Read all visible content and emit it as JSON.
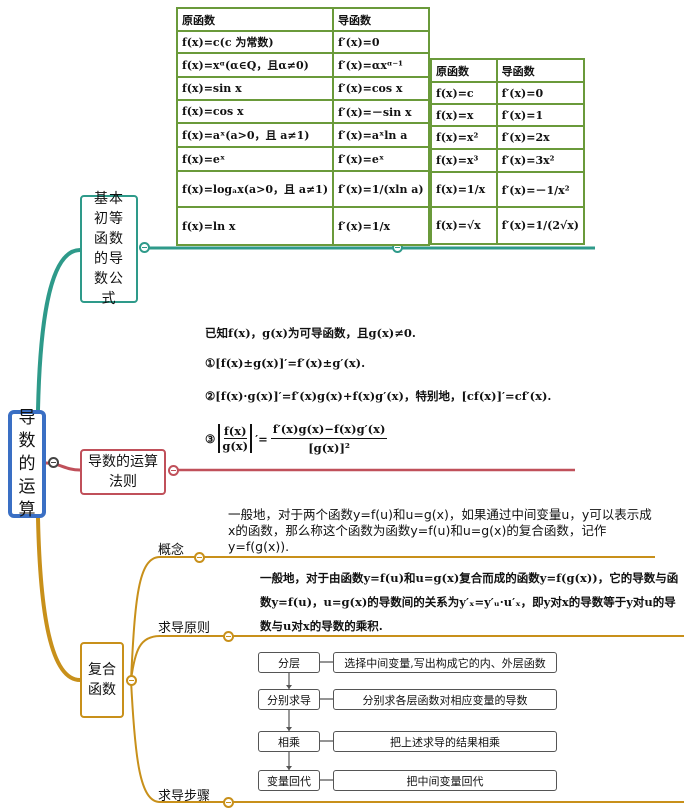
{
  "root": {
    "label": "导数的运算"
  },
  "colors": {
    "root": "#3a6fc4",
    "branch1": "#2e9a8a",
    "branch2": "#c0505a",
    "branch3": "#c8901a",
    "table_border": "#6a9a3a"
  },
  "basic_formulas": {
    "label": "基本初等函数的导数公式",
    "table1": {
      "headers": [
        "原函数",
        "导函数"
      ],
      "rows": [
        [
          "f(x)=c(c 为常数)",
          "f′(x)=0"
        ],
        [
          "f(x)=xᵅ(α∈Q，且α≠0)",
          "f′(x)=αxᵅ⁻¹"
        ],
        [
          "f(x)=sin x",
          "f′(x)=cos x"
        ],
        [
          "f(x)=cos x",
          "f′(x)=－sin x"
        ],
        [
          "f(x)=aˣ(a>0，且 a≠1)",
          "f′(x)=aˣln a"
        ],
        [
          "f(x)=eˣ",
          "f′(x)=eˣ"
        ],
        [
          "f(x)=logₐx(a>0，且 a≠1)",
          "f′(x)=1/(xln a)"
        ],
        [
          "f(x)=ln x",
          "f′(x)=1/x"
        ]
      ]
    },
    "table2": {
      "headers": [
        "原函数",
        "导函数"
      ],
      "rows": [
        [
          "f(x)=c",
          "f′(x)=0"
        ],
        [
          "f(x)=x",
          "f′(x)=1"
        ],
        [
          "f(x)=x²",
          "f′(x)=2x"
        ],
        [
          "f(x)=x³",
          "f′(x)=3x²"
        ],
        [
          "f(x)=1/x",
          "f′(x)=－1/x²"
        ],
        [
          "f(x)=√x",
          "f′(x)=1/(2√x)"
        ]
      ]
    }
  },
  "rules": {
    "label": "导数的运算法则",
    "intro": "已知f(x)，g(x)为可导函数，且g(x)≠0.",
    "rule1": "①[f(x)±g(x)]′=f′(x)±g′(x).",
    "rule2": "②[f(x)·g(x)]′=f′(x)g(x)+f(x)g′(x)，特别地，[cf(x)]′=cf′(x).",
    "rule3_prefix": "③",
    "rule3_num": "f(x)",
    "rule3_den": "g(x)",
    "rule3_rhs_num": "f′(x)g(x)−f(x)g′(x)",
    "rule3_rhs_den": "[g(x)]²"
  },
  "composite": {
    "label": "复合函数",
    "concept": {
      "label": "概念",
      "text": "一般地，对于两个函数y=f(u)和u=g(x)，如果通过中间变量u，y可以表示成x的函数，那么称这个函数为函数y=f(u)和u=g(x)的复合函数，记作y=f(g(x))."
    },
    "principle": {
      "label": "求导原则",
      "text": "一般地，对于由函数y=f(u)和u=g(x)复合而成的函数y=f(g(x))，它的导数与函数y=f(u)，u=g(x)的导数间的关系为y′ₓ=y′ᵤ·u′ₓ，即y对x的导数等于y对u的导数与u对x的导数的乘积."
    },
    "steps": {
      "label": "求导步骤",
      "items": [
        {
          "step": "分层",
          "desc": "选择中间变量,写出构成它的内、外层函数"
        },
        {
          "step": "分别求导",
          "desc": "分别求各层函数对相应变量的导数"
        },
        {
          "step": "相乘",
          "desc": "把上述求导的结果相乘"
        },
        {
          "step": "变量回代",
          "desc": "把中间变量回代"
        }
      ]
    }
  }
}
